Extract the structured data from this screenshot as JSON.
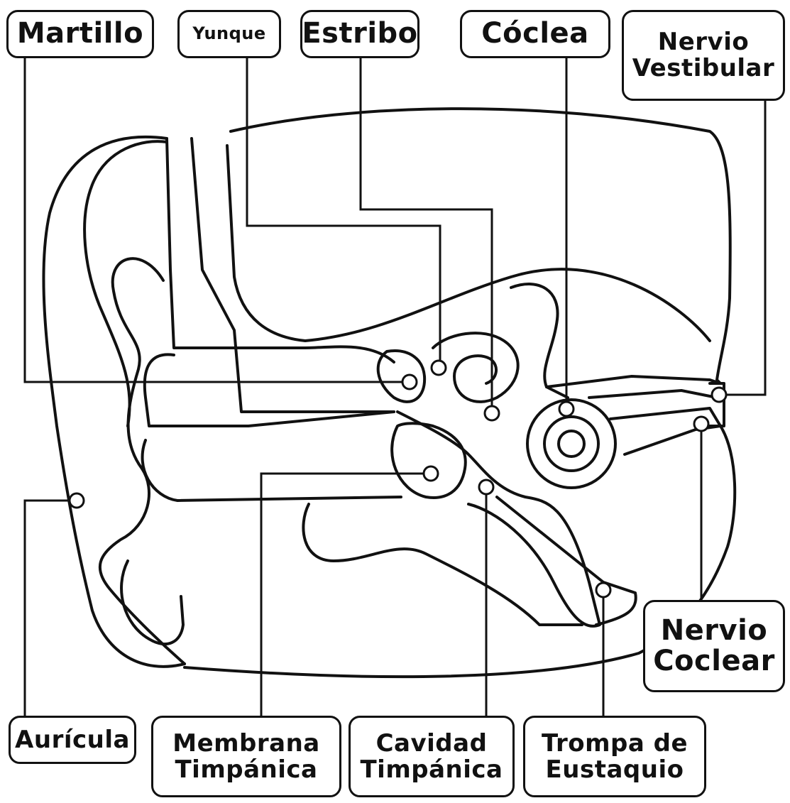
{
  "labels": {
    "martillo": {
      "lines": [
        "Martillo"
      ]
    },
    "yunque": {
      "lines": [
        "Yunque"
      ]
    },
    "estribo": {
      "lines": [
        "Estribo"
      ]
    },
    "coclea": {
      "lines": [
        "Cóclea"
      ]
    },
    "nervio_vestibular": {
      "lines": [
        "Nervio",
        "Vestibular"
      ]
    },
    "nervio_coclear": {
      "lines": [
        "Nervio",
        "Coclear"
      ]
    },
    "auricula": {
      "lines": [
        "Aurícula"
      ]
    },
    "membrana_timpanica": {
      "lines": [
        "Membrana",
        "Timpánica"
      ]
    },
    "cavidad_timpanica": {
      "lines": [
        "Cavidad",
        "Timpánica"
      ]
    },
    "trompa_de_eustaquio": {
      "lines": [
        "Trompa de",
        "Eustaquio"
      ]
    }
  },
  "colors": {
    "ink": "#111111",
    "background": "#ffffff"
  }
}
